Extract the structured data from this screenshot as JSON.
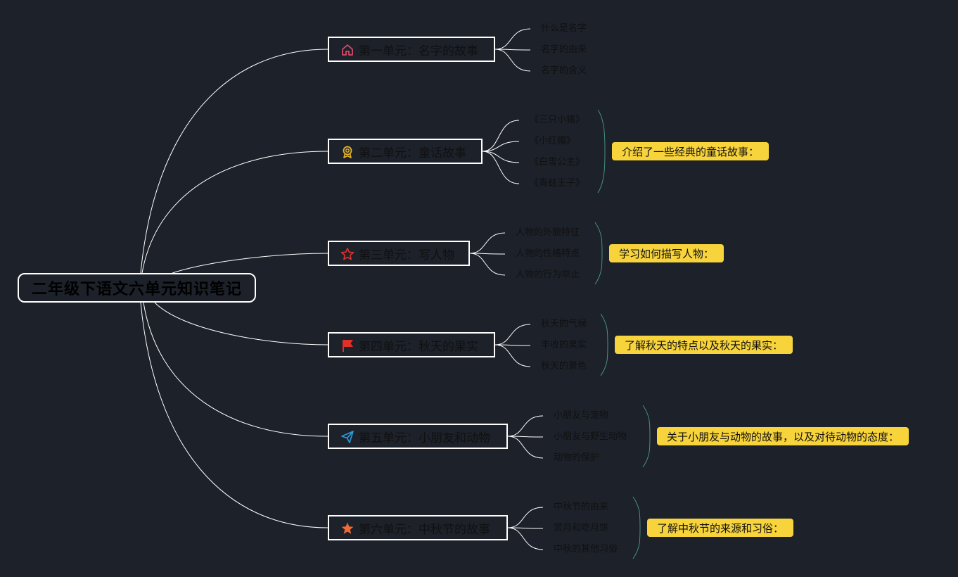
{
  "root": {
    "title": "二年级下语文六单元知识笔记"
  },
  "units": [
    {
      "icon": "home-icon",
      "label": "第一单元：名字的故事",
      "items": [
        "什么是名字",
        "名字的由来",
        "名字的含义"
      ]
    },
    {
      "icon": "award-medal-icon",
      "label": "第二单元：童话故事",
      "items": [
        "《三只小猪》",
        "《小红帽》",
        "《白雪公主》",
        "《青蛙王子》"
      ],
      "summary": "介绍了一些经典的童话故事："
    },
    {
      "icon": "star-outline-icon",
      "label": "第三单元：写人物",
      "items": [
        "人物的外貌特征",
        "人物的性格特点",
        "人物的行为举止"
      ],
      "summary": "学习如何描写人物："
    },
    {
      "icon": "red-flag-icon",
      "label": "第四单元：秋天的果实",
      "items": [
        "秋天的气候",
        "丰收的果实",
        "秋天的景色"
      ],
      "summary": "了解秋天的特点以及秋天的果实："
    },
    {
      "icon": "paper-plane-icon",
      "label": "第五单元：小朋友和动物",
      "items": [
        "小朋友与宠物",
        "小朋友与野生动物",
        "动物的保护"
      ],
      "summary": "关于小朋友与动物的故事，以及对待动物的态度："
    },
    {
      "icon": "star-filled-icon",
      "label": "第六单元：中秋节的故事",
      "items": [
        "中秋节的由来",
        "赏月和吃月饼",
        "中秋的其他习俗"
      ],
      "summary": "了解中秋节的来源和习俗："
    }
  ],
  "colors": {
    "background": "#1c212a",
    "connector": "#ffffff",
    "brace": "#4a8f88",
    "summary_fill": "#f7d33c"
  }
}
